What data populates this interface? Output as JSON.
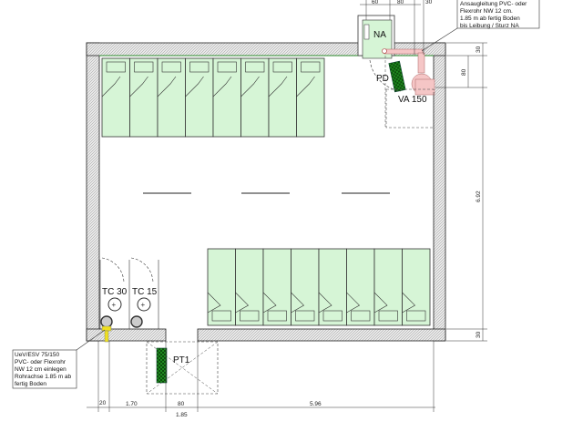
{
  "title": "Schlafraum Grundriss",
  "labels": {
    "na": "NA",
    "pd": "PD",
    "va": "VA 150",
    "tc30": "TC 30",
    "tc15": "TC 15",
    "pt1": "PT1"
  },
  "notes": {
    "top_right": [
      "Ansaugleitung PVC- oder",
      "Flexrohr NW 12 cm.",
      "1.85 m ab fertig Boden",
      "bis Leibung / Sturz NA"
    ],
    "bottom_left": [
      "UeV/ESV 75/150",
      "PVC- oder Flexrohr",
      "NW 12 cm einlegen",
      "Rohrachse 1.85 m ab",
      "fertig Boden"
    ]
  },
  "dimensions": {
    "top": [
      "60",
      "80",
      "30"
    ],
    "right": [
      "30",
      "80",
      "6.92",
      "30"
    ],
    "bottom": [
      "20",
      "1.70",
      "80",
      "1.85",
      "5.96"
    ]
  },
  "beds": {
    "top_row_count": 8,
    "bottom_row_count": 8
  },
  "colors": {
    "bed": "#d6f5d6",
    "device": "#1f8a1f",
    "pipe": "#f5c6c6",
    "drain": "#f0e020"
  }
}
